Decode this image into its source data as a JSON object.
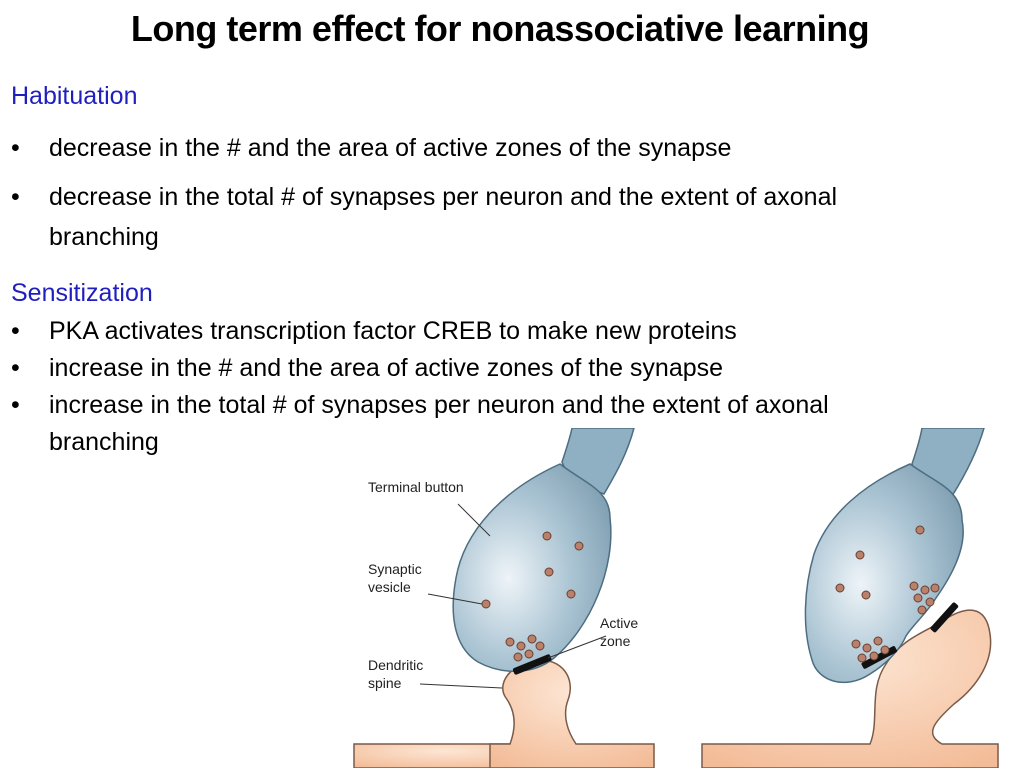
{
  "title": "Long term effect for nonassociative learning",
  "habituation": {
    "heading": "Habituation",
    "bullets": [
      "decrease in the # and the area of active zones of the synapse",
      "decrease in the total # of synapses per neuron and the extent of axonal branching"
    ]
  },
  "sensitization": {
    "heading": "Sensitization",
    "bullets": [
      "PKA activates transcription factor CREB to make new proteins",
      "increase in the # and the area of active zones of the synapse",
      "increase in the total # of synapses per neuron and the extent of axonal branching"
    ]
  },
  "bullet_glyph": "•",
  "figure": {
    "labels": {
      "terminal_button": "Terminal button",
      "synaptic": "Synaptic",
      "vesicle": "vesicle",
      "active": "Active",
      "zone": "zone",
      "dendritic": "Dendritic",
      "spine": "spine"
    },
    "colors": {
      "terminal": "#8fb0c2",
      "terminal_edge": "#4d6d80",
      "dendrite": "#f5c4a2",
      "dendrite_edge": "#7a5a48",
      "vesicle": "#b9816b",
      "active_zone": "#111111"
    }
  }
}
